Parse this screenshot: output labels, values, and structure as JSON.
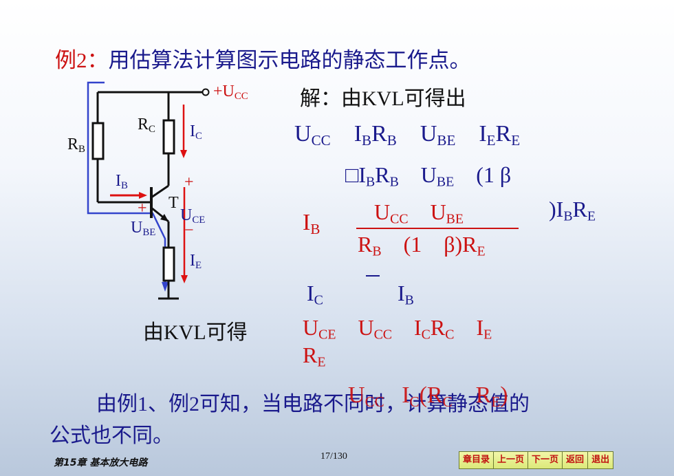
{
  "title": {
    "lead": "例2：",
    "rest": "用估算法计算图示电路的静态工作点。"
  },
  "circuit": {
    "ucc_label": "+U",
    "ucc_sub": "CC",
    "rb_label": "R",
    "rb_sub": "B",
    "rc_label": "R",
    "rc_sub": "C",
    "ic_label": "I",
    "ic_sub": "C",
    "ib_label": "I",
    "ib_sub": "B",
    "t_label": "T",
    "plus_c": "+",
    "plus_b": "+",
    "uce_label": "U",
    "uce_sub": "CE",
    "minus_e": "−",
    "ube_label": "U",
    "ube_sub": "BE",
    "ie_label": "I",
    "ie_sub": "E",
    "colors": {
      "wire": "#111111",
      "blue": "#3344cc",
      "red": "#dd1111"
    }
  },
  "solution": {
    "intro": "解：由KVL可得出",
    "eq1": {
      "ucc": "U",
      "ucc_sub": "CC",
      "ib": "I",
      "ib_sub": "B",
      "rb": "R",
      "rb_sub": "B",
      "ube": "U",
      "ube_sub": "BE",
      "ie": "I",
      "ie_sub": "E",
      "re": "R",
      "re_sub": "E"
    },
    "eq2": {
      "box_ib": "□I",
      "ib_sub": "B",
      "rb": "R",
      "rb_sub": "B",
      "ube": "U",
      "ube_sub": "BE",
      "one_beta": "(1   β",
      "tail": ")I",
      "tail_sub": "B",
      "re": "R",
      "re_sub": "E"
    },
    "ib_formula": {
      "lhs": "I",
      "lhs_sub": "B",
      "num_ucc": "U",
      "num_ucc_sub": "CC",
      "num_ube": "U",
      "num_ube_sub": "BE",
      "den_rb": "R",
      "den_rb_sub": "B",
      "den_one": "(1",
      "den_beta": "β",
      "den_re": ")R",
      "den_re_sub": "E"
    },
    "ic_line": {
      "ic": "I",
      "ic_sub": "C",
      "ib": "I",
      "ib_sub": "B"
    },
    "kvl_label": "由KVL可得",
    "uce_line": {
      "uce": "U",
      "uce_sub": "CE",
      "ucc": "U",
      "ucc_sub": "CC",
      "ic": "I",
      "ic_sub": "C",
      "rc": "R",
      "rc_sub": "C",
      "ie": "I",
      "ie_sub": "E",
      "re_wrap": "R",
      "re_wrap_sub": "E"
    },
    "overlay": {
      "ucc": "U",
      "ucc_sub": "CC",
      "ic": "I",
      "ic_sub": "C",
      "rc": "(R",
      "rc_sub": "C",
      "re": "R",
      "re_sub": "E",
      "close": ")"
    }
  },
  "conclusion": {
    "line1": "由例1、例2可知，当电路不同时，计算静态值的",
    "line2": "公式也不同。"
  },
  "footer": {
    "chapter": "第15章 基本放大电路",
    "page": "17/130",
    "nav": [
      "章目录",
      "上一页",
      "下一页",
      "返回",
      "退出"
    ]
  }
}
